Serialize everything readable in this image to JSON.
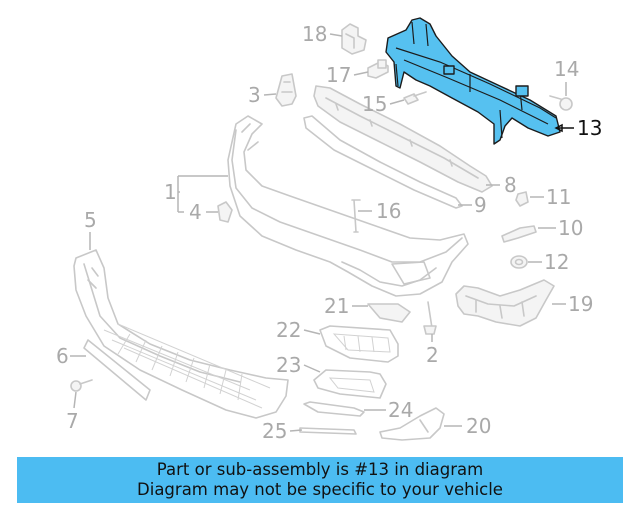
{
  "callouts": {
    "c1": "1",
    "c2": "2",
    "c3": "3",
    "c4": "4",
    "c5": "5",
    "c6": "6",
    "c7": "7",
    "c8": "8",
    "c9": "9",
    "c10": "10",
    "c11": "11",
    "c12": "12",
    "c13": "13",
    "c14": "14",
    "c15": "15",
    "c16": "16",
    "c17": "17",
    "c18": "18",
    "c19": "19",
    "c20": "20",
    "c21": "21",
    "c22": "22",
    "c23": "23",
    "c24": "24",
    "c25": "25"
  },
  "highlighted_part": "13",
  "colors": {
    "highlight": "#56c1f0",
    "banner": "#4cbcf2",
    "callout": "#a9a9a9"
  },
  "banner": {
    "line1": "Part or sub-assembly is #13 in diagram",
    "line2": "Diagram may not be specific to your vehicle"
  }
}
